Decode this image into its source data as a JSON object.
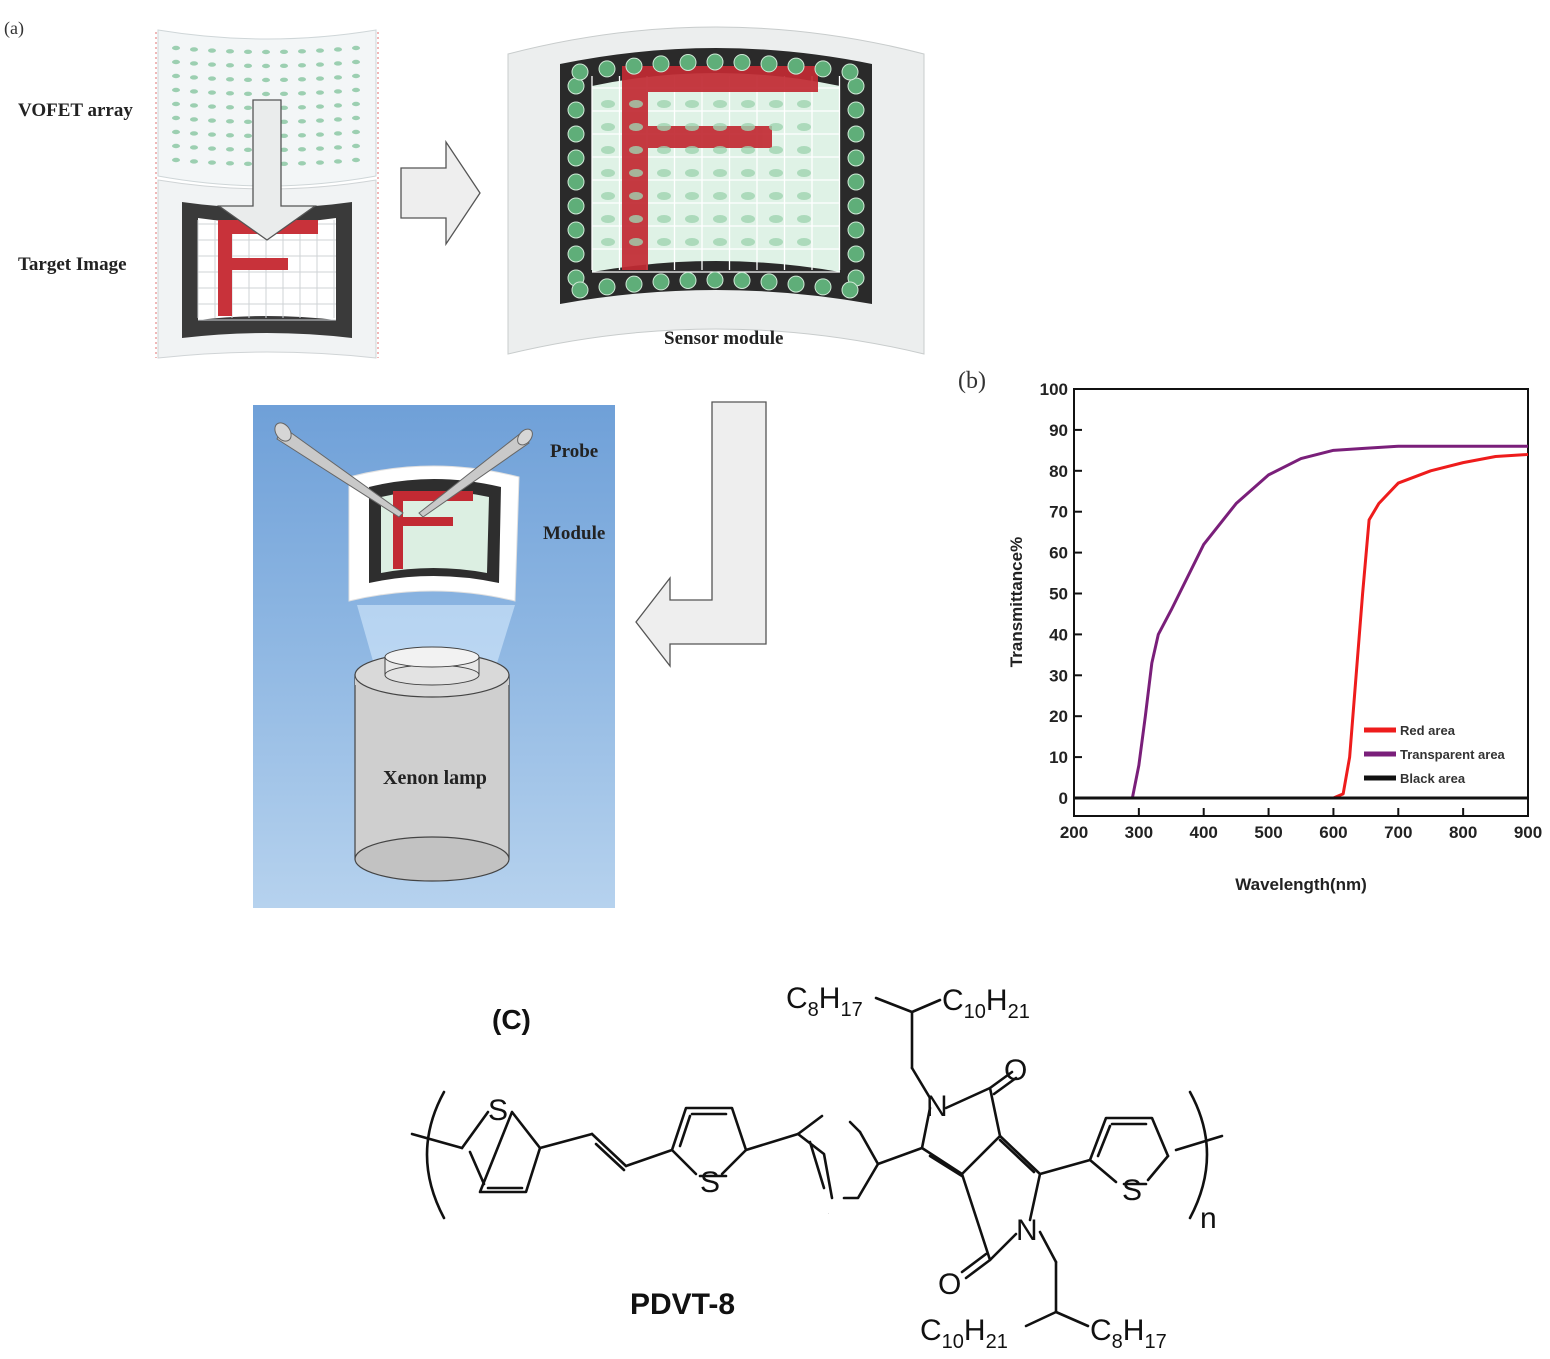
{
  "panel_a": {
    "label": "(a)",
    "vofet_label": "VOFET array",
    "target_label": "Target Image",
    "sensor_label": "Sensor module",
    "probe_label": "Probe",
    "module_label": "Module",
    "lamp_label": "Xenon lamp"
  },
  "panel_b": {
    "label": "(b)"
  },
  "panel_c": {
    "label": "(C)",
    "polymer_name": "PDVT-8",
    "repeat_subscript": "n",
    "chain_top": {
      "left": "C8H17",
      "right": "C10H21"
    },
    "chain_bottom": {
      "left": "C10H21",
      "right": "C8H17"
    },
    "atoms": {
      "sulfur": "S",
      "nitrogen": "N",
      "oxygen": "O"
    }
  },
  "chart_data": {
    "type": "line",
    "xlabel": "Wavelength(nm)",
    "ylabel": "Transmittance%",
    "xlim": [
      200,
      900
    ],
    "ylim": [
      0,
      100
    ],
    "xticks": [
      200,
      300,
      400,
      500,
      600,
      700,
      800,
      900
    ],
    "yticks": [
      0,
      10,
      20,
      30,
      40,
      50,
      60,
      70,
      80,
      90,
      100
    ],
    "legend_position": "bottom-right",
    "series": [
      {
        "name": "Red area",
        "color": "#ee1c1c",
        "x": [
          200,
          600,
          615,
          625,
          635,
          645,
          655,
          670,
          700,
          750,
          800,
          850,
          900
        ],
        "y": [
          0,
          0,
          1,
          10,
          30,
          50,
          68,
          72,
          77,
          80,
          82,
          83.5,
          84
        ]
      },
      {
        "name": "Transparent area",
        "color": "#7a1f7a",
        "x": [
          200,
          290,
          300,
          310,
          320,
          330,
          350,
          400,
          450,
          500,
          550,
          600,
          650,
          700,
          800,
          900
        ],
        "y": [
          0,
          0,
          8,
          20,
          33,
          40,
          46,
          62,
          72,
          79,
          83,
          85,
          85.5,
          86,
          86,
          86
        ]
      },
      {
        "name": "Black area",
        "color": "#111111",
        "x": [
          200,
          900
        ],
        "y": [
          0,
          0
        ]
      }
    ]
  }
}
